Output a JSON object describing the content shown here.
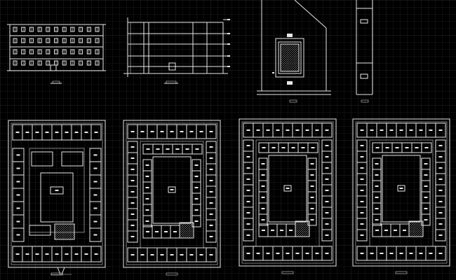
{
  "drawing": {
    "background": "#000000",
    "grid_color": "#1b1b1b",
    "line_color": "#e8e8e8",
    "stair_hatch_color": "#cccccc"
  },
  "views": [
    {
      "id": "front-elevation",
      "icon": "elevation-drawing-icon"
    },
    {
      "id": "side-section",
      "icon": "section-drawing-icon"
    },
    {
      "id": "site-plan",
      "icon": "site-plan-icon"
    },
    {
      "id": "narrow-elevation",
      "icon": "elevation-drawing-icon"
    },
    {
      "id": "ground-floor-plan",
      "icon": "floor-plan-icon"
    },
    {
      "id": "first-floor-plan",
      "icon": "floor-plan-icon"
    },
    {
      "id": "second-floor-plan",
      "icon": "floor-plan-icon"
    },
    {
      "id": "third-floor-plan",
      "icon": "floor-plan-icon"
    }
  ]
}
